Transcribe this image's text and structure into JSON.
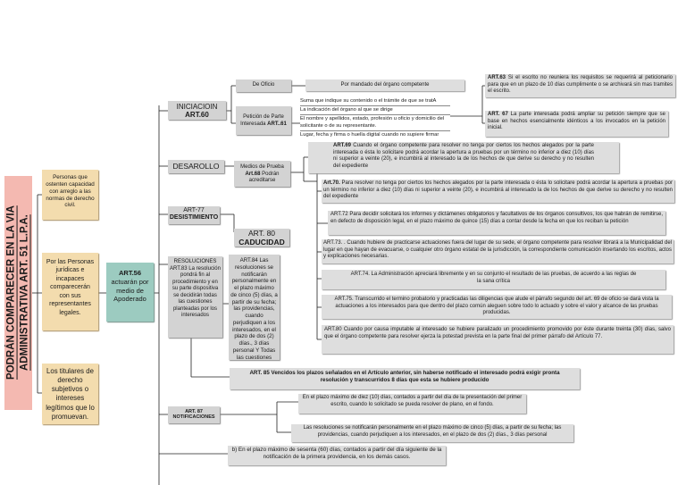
{
  "title": "PODRÁN COMPARECER EN LA VIA ADMINISTRATIVA ART. 51 L.P.A.",
  "left": {
    "personas_capacidad": "Personas que ostenten capacidad con arreglo a las normas de derecho civil.",
    "personas_juridicas": "Por las Personas jurídicas e incapaces comparecerán con sus representantes legales.",
    "titulares": "Los titulares de derecho subjetivos o intereses legítimos que lo promuevan.",
    "art56_title": "ART.56",
    "art56_text": "actuarán por medio de Apoderado"
  },
  "iniciacion": {
    "label": "INICIACIOIN",
    "art": "ART.60",
    "de_oficio": "De Oficio",
    "mandado": "Por mandado del órgano competente",
    "peticion_label": "Petición de Parte Interesada",
    "peticion_art": "ART..61",
    "requisitos": [
      "Suma que indique su contenido o el trámite de que se tratA",
      "La indicación del órgano al que se dirige",
      "El nombre y apellidos, estado, profesión u oficio y domicilio del solicitante o de su representante.",
      "Lugar, fecha y firma o huella digital cuando no supiere firmar"
    ],
    "art63_label": "ART.63",
    "art63_text": "Si el escrito no reuniera los requisitos se requerirá al peticionario para que en un plazo de 10 días cumplimente o se archivará sin mas tramites el escrito.",
    "art67_label": "ART. 67",
    "art67_text": "La parte interesada podrá ampliar su petición siempre que se base en hechos esencialmente idénticos a los invocados en la petición inicial."
  },
  "desarollo": {
    "label": "DESAROLLO",
    "medios_label": "Medios de Prueba",
    "medios_art": "Art.68",
    "medios_text": "Podrán acreditarse",
    "art69_label": "ART.69",
    "art69_text": "Cuando el órgano competente para resolver no tenga por ciertos los hechos alegados por la parte interesada o ésta lo solicitare podrá acordar la apertura a pruebas por un término no inferior a diez (10) días ni superior a veinte (20), e incumbirá al interesado la de los hechos de que derive su derecho y no resulten del expediente",
    "art70_label": "Art.70.",
    "art70_text": "Para resolver no tenga por ciertos los hechos alegados por la parte interesada o ésta lo solicitare podrá acordar la apertura a pruebas por un término no inferior a diez (10) días ni superior a veinte (20), e incumbirá al interesado la de los hechos de que derive su derecho y no resulten del expediente",
    "art72": "ART.72 Para decidir solicitará los informes y dictámenes obligatorios y facultativos de los órganos consultivos, los que habrán de remitirse, en defecto de disposición legal, en el plazo máximo de quince (15) días a contar desde la fecha en que los reciban la petición",
    "art73": "ART.73. . Cuando hubiere de practicarse actuaciones fuera del lugar de su sede, el órgano competente para resolver librará a la Municipalidad del lugar en que hayan de evacuarse, o cualquier otro órgano estatal de la jurisdicción, la correspondiente comunicación insertando los escritos, actos y explicaciones necesarias.",
    "art74": "ART.74. La Administración apreciará libremente y en su conjunto el resultado de las pruebas, de acuerdo a las reglas de la sana crítica",
    "art75": "ART.75. Transcurrido el termino probatorio y practicadas las diligencias que alude el párrafo segundo del art. 69 de oficio se dará vista la actuaciones a los interesados para que dentro del plazo común aleguen sobre todo lo actuado y sobre el valor y alcance de las pruebas producidas.",
    "art80": "ART.80 Cuando por causa imputable al interesado se hubiere paralizado un procedimiento promovido por éste durante treinta (30) días, salvo que el órgano competente para resolver ejerza la potestad prevista en la parte final del primer párrafo del Artículo 77."
  },
  "desistimiento": {
    "art": "ART-77",
    "label": "DESISTIMIENTO",
    "text": "RESOLUCIONES ART.83 La resolución pondrá fin al procedimiento y en su parte dispositiva se decidirán todas las cuestiones planteadas por los interesados"
  },
  "caducidad": {
    "art": "ART. 80",
    "label": "CADUCIDAD",
    "art84": "ART.84 Las resoluciones se notificarán personalmente en el plazo máximo de cinco (5) días, a partir de su fecha; las providencias, cuando perjudiquen a los interesados, en el plazo de dos (2) días., 3 días personal Y Todas las cuestiones planteadas por los interesados."
  },
  "art85": "ART. 85 Vencidos los plazos señalados en el Artículo anterior, sin haberse notificado el interesado podrá exigir pronta resolución y transcurridos 8 días que esta se hubiere producido",
  "notificaciones": {
    "art": "ART. 87",
    "label": "NOTIFICACIONES",
    "n1": "En el plazo máximo de diez (10) días, contados a partir del día  de la presentación del primer escrito, cuando lo solicitado se pueda resolver de plano, en el fondo.",
    "n2": "Las resoluciones se notificarán personalmente en el plazo máximo de cinco (5) días, a partir de su fecha; las providencias, cuando perjudiquen a los interesados, en el plazo de dos (2) días., 3 días personal",
    "n3": "b) En el plazo máximo de sesenta (60) días, contados a partir del día siguiente de la notificación de la primera providencia, en los demás casos."
  }
}
